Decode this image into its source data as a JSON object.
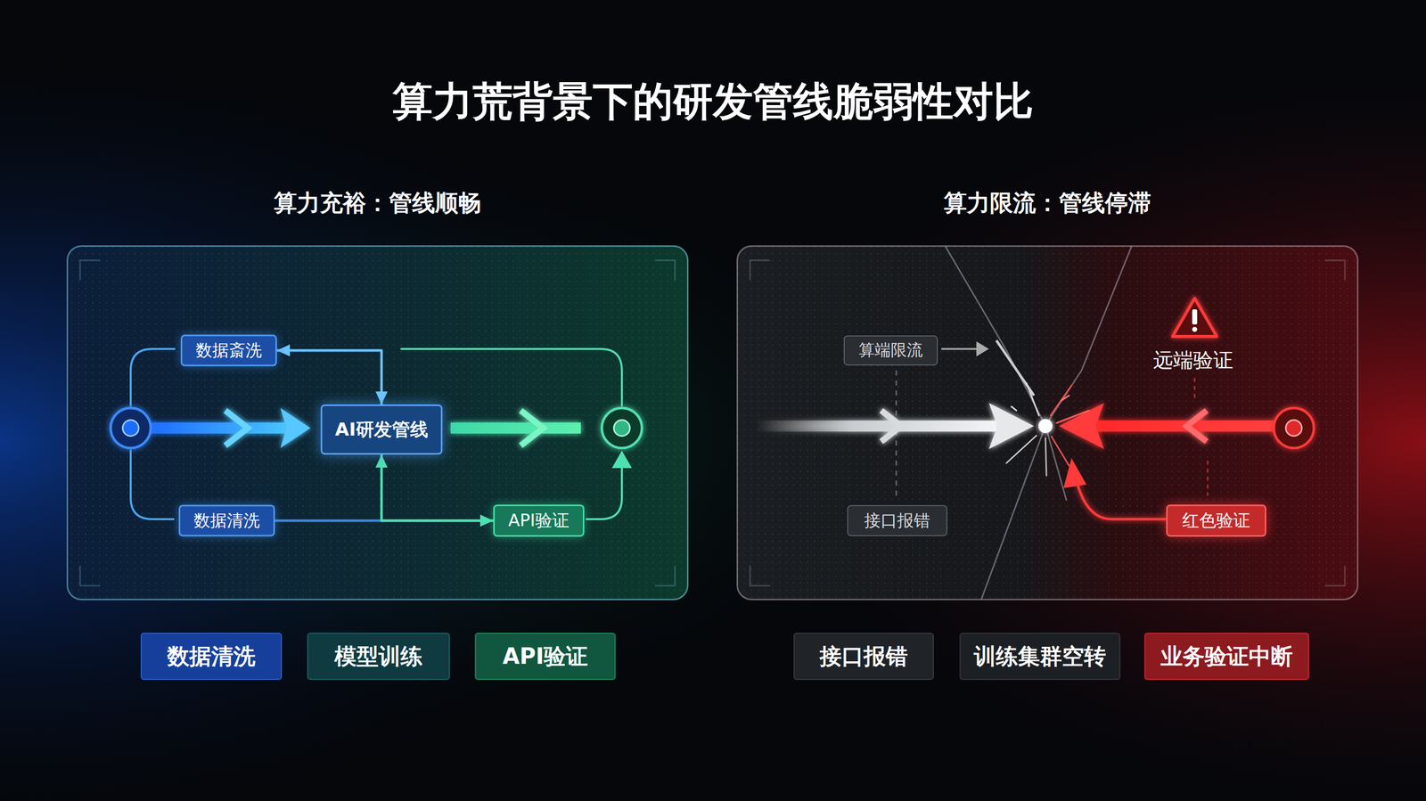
{
  "diagram": {
    "title": "算力荒背景下的研发管线脆弱性对比",
    "nodes": [
      {
        "text": [
          "算力充裕：管线顺畅"
        ]
      },
      {
        "text": [
          "数据斎洗"
        ],
        "in": 0
      },
      {
        "text": [
          "AI研发管线"
        ],
        "in": 0
      },
      {
        "text": [
          "数据清洗"
        ],
        "in": 0
      },
      {
        "text": [
          "API验证"
        ],
        "in": 0
      },
      {
        "text": [
          "算力限流：管线停滞"
        ]
      },
      {
        "text": [
          "算端限流"
        ],
        "in": 5
      },
      {
        "text": [
          "接口报错"
        ],
        "in": 5
      },
      {
        "text": [
          "红色验证"
        ],
        "in": 5
      },
      {
        "text": [
          "数据清洗"
        ]
      },
      {
        "text": [
          "模型训练"
        ]
      },
      {
        "text": [
          "API验证"
        ]
      },
      {
        "text": [
          "接口报错"
        ]
      },
      {
        "text": [
          "训练集群空转"
        ]
      },
      {
        "text": [
          "业务验证中断"
        ]
      }
    ],
    "edges": [
      {
        "from": 1,
        "to": 2,
        "arrow": "both"
      },
      {
        "from": 3,
        "to": 4,
        "arrow": "to"
      },
      {
        "from": 2,
        "to": 4,
        "arrow": "both"
      }
    ],
    "labels": [
      "远端验证"
    ]
  }
}
